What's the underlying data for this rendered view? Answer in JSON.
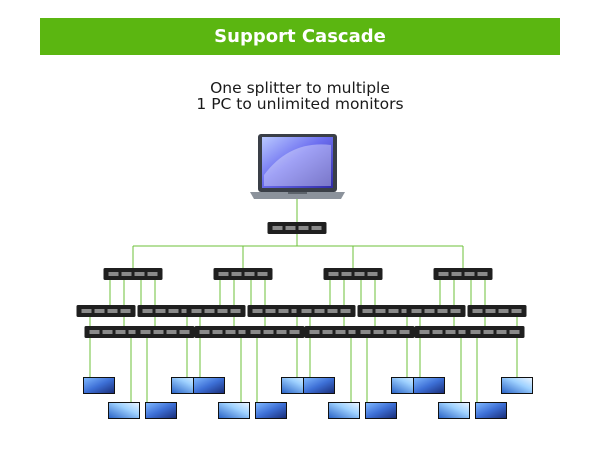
{
  "header": {
    "title": "Support Cascade"
  },
  "subtitle": {
    "line1": "One splitter to multiple",
    "line2": "1 PC to unlimited monitors"
  },
  "colors": {
    "accent": "#5bb611",
    "line": "#6cc23a",
    "device": "#1f1f1f",
    "port": "#8a8a8a"
  }
}
